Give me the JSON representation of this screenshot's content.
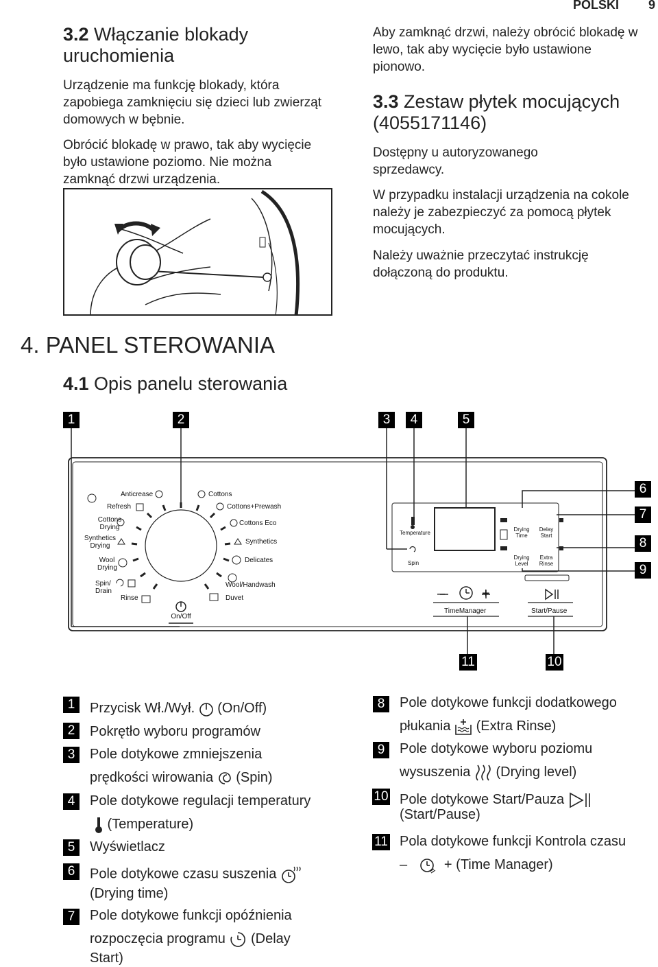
{
  "header": {
    "language": "POLSKI",
    "page_number": "9"
  },
  "section_3_2": {
    "number": "3.2",
    "title_rest": " Włączanie blokady uruchomienia",
    "para1": "Urządzenie ma funkcję blokady, która zapobiega zamknięciu się dzieci lub zwierząt domowych w bębnie.",
    "para2": "Obrócić blokadę w prawo, tak aby wycięcie było ustawione poziomo. Nie można zamknąć drzwi urządzenia."
  },
  "right_column": {
    "para_lock": "Aby zamknąć drzwi, należy obrócić blokadę w lewo, tak aby wycięcie było ustawione pionowo.",
    "section_3_3_number": "3.3",
    "section_3_3_title_rest": " Zestaw płytek mocujących (4055171146)",
    "para_available": "Dostępny u autoryzowanego sprzedawcy.",
    "para_install": "W przypadku instalacji urządzenia na cokole należy je zabezpieczyć za pomocą płytek mocujących.",
    "para_read": "Należy uważnie przeczytać instrukcję dołączoną do produktu."
  },
  "chapter": {
    "title": "4. PANEL STEROWANIA",
    "sub_number": "4.1",
    "sub_title_rest": " Opis panelu sterowania"
  },
  "callouts": [
    "1",
    "2",
    "3",
    "4",
    "5",
    "6",
    "7",
    "8",
    "9",
    "10",
    "11"
  ],
  "panel": {
    "programs_left": [
      "Anticrease",
      "Refresh",
      "Cottons Drying",
      "Synthetics Drying",
      "Wool Drying",
      "Spin/ Drain",
      "Rinse"
    ],
    "programs_right": [
      "Cottons",
      "Cottons+Prewash",
      "Cottons Eco",
      "Synthetics",
      "Delicates",
      "Wool/Handwash",
      "Duvet"
    ],
    "on_off": "On/Off",
    "temperature": "Temperature",
    "spin": "Spin",
    "drying_time": "Drying Time",
    "delay_start": "Delay Start",
    "drying_level": "Drying Level",
    "extra_rinse": "Extra Rinse",
    "time_manager": "TimeManager",
    "start_pause": "Start/Pause",
    "minus": "–",
    "plus": "+"
  },
  "legend_left": [
    {
      "num": "1",
      "text_a": "Przycisk Wł./Wył. ",
      "icon": "power-icon",
      "text_b": " (On/Off)"
    },
    {
      "num": "2",
      "text_a": "Pokrętło wyboru programów"
    },
    {
      "num": "3",
      "text_a": "Pole dotykowe zmniejszenia",
      "text_c": "prędkości wirowania ",
      "icon": "spin-icon",
      "text_b": " (Spin)"
    },
    {
      "num": "4",
      "text_a": "Pole dotykowe regulacji temperatury",
      "icon": "thermometer-icon",
      "text_b": " (Temperature)"
    },
    {
      "num": "5",
      "text_a": "Wyświetlacz"
    },
    {
      "num": "6",
      "text_a": "Pole dotykowe czasu suszenia ",
      "icon": "drying-time-icon",
      "text_b": "(Drying time)"
    },
    {
      "num": "7",
      "text_a": "Pole dotykowe funkcji opóźnienia",
      "text_c": "rozpoczęcia programu ",
      "icon": "delay-start-icon",
      "text_b": " (Delay",
      "text_d": "Start)"
    }
  ],
  "legend_right": [
    {
      "num": "8",
      "text_a": "Pole dotykowe funkcji dodatkowego",
      "text_c": "płukania ",
      "icon": "extra-rinse-icon",
      "text_b": " (Extra Rinse)"
    },
    {
      "num": "9",
      "text_a": "Pole dotykowe wyboru poziomu",
      "text_c": "wysuszenia ",
      "icon": "drying-level-icon",
      "text_b": " (Drying level)"
    },
    {
      "num": "10",
      "text_a": "Pole dotykowe Start/Pauza ",
      "icon": "start-pause-icon",
      "text_b": "(Start/Pause)"
    },
    {
      "num": "11",
      "text_a": "Pola dotykowe funkcji Kontrola czasu",
      "minus": "–",
      "plus": "+",
      "text_b": " (Time Manager)"
    }
  ]
}
